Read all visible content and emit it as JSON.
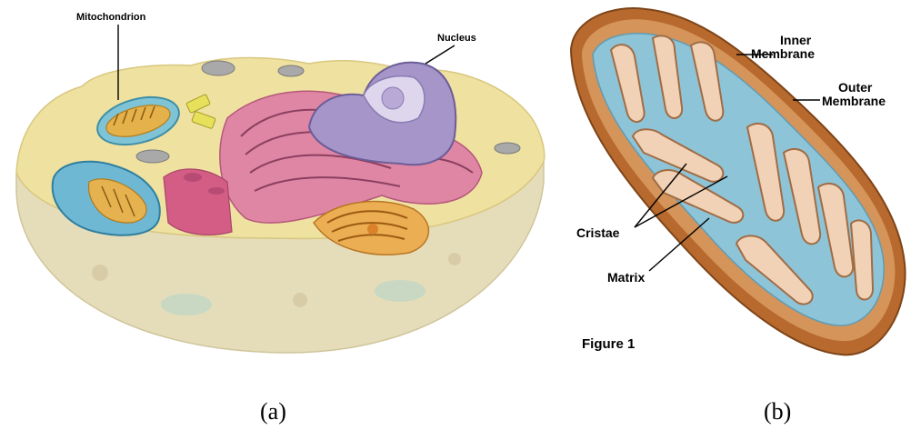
{
  "panel_a": {
    "labels": {
      "mitochondrion": "Mitochondrion",
      "nucleus": "Nucleus"
    },
    "caption": "(a)"
  },
  "panel_b": {
    "labels": {
      "inner_membrane_line1": "Inner",
      "inner_membrane_line2": "Membrane",
      "outer_membrane_line1": "Outer",
      "outer_membrane_line2": "Membrane",
      "cristae": "Cristae",
      "matrix": "Matrix"
    },
    "figure_label": "Figure 1",
    "caption": "(b)"
  },
  "colors": {
    "cell_cytoplasm": "#efe1a0",
    "cell_lower_body": "#e3dbb7",
    "nucleus": "#a897c8",
    "er": "#d86a90",
    "golgi": "#e59a3a",
    "mitochondrion_outer": "#b86a2e",
    "mitochondrion_membrane": "#f1d2b6",
    "matrix": "#8ec4d8"
  }
}
